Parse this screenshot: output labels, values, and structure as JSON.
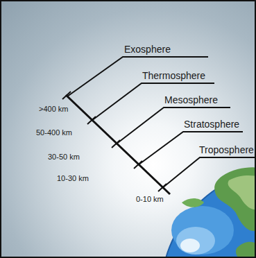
{
  "diagram": {
    "labels": [
      "Exosphere",
      "Thermosphere",
      "Mesosphere",
      "Stratosphere",
      "Troposphere",
      ">400 km",
      "50-400 km",
      "30-50 km",
      "10-30 km",
      "0-10 km"
    ]
  }
}
